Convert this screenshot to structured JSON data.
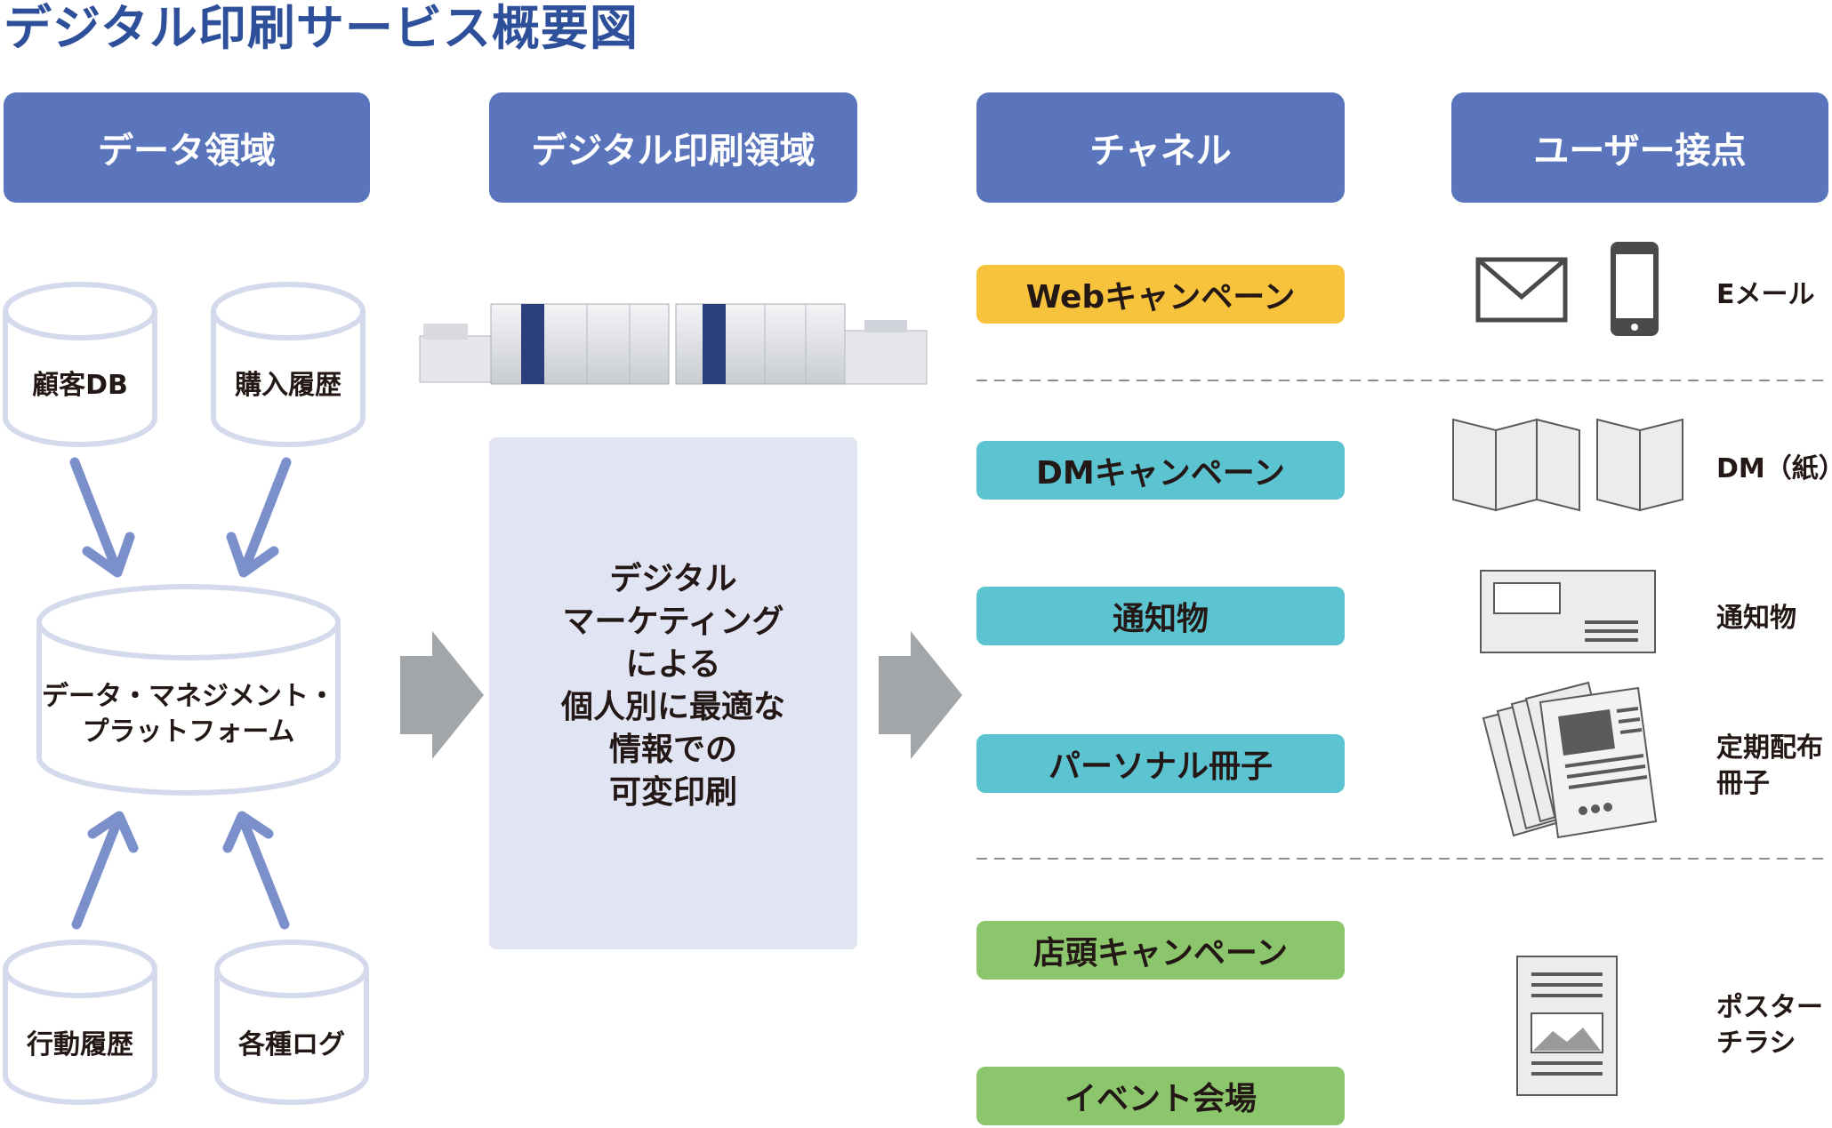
{
  "title": "デジタル印刷サービス概要図",
  "headers": [
    "データ領域",
    "デジタル印刷領域",
    "チャネル",
    "ユーザー接点"
  ],
  "data_sources": {
    "top_left": "顧客DB",
    "top_right": "購入履歴",
    "bottom_left": "行動履歴",
    "bottom_right": "各種ログ"
  },
  "platform": "データ・マネジメント・\nプラットフォーム",
  "center_text": "デジタル\nマーケティング\nによる\n個人別に最適な\n情報での\n可変印刷",
  "channels": [
    {
      "label": "Webキャンペーン",
      "color": "#f7c33c"
    },
    {
      "label": "DMキャンペーン",
      "color": "#5cc3d0"
    },
    {
      "label": "通知物",
      "color": "#5cc3d0"
    },
    {
      "label": "パーソナル冊子",
      "color": "#5cc3d0"
    },
    {
      "label": "店頭キャンペーン",
      "color": "#8cc66c"
    },
    {
      "label": "イベント会場",
      "color": "#8cc66c"
    }
  ],
  "touchpoints": [
    "Eメール",
    "DM（紙）",
    "通知物",
    "定期配布\n冊子",
    "ポスター\nチラシ"
  ],
  "colors": {
    "title": "#2e4f9a",
    "header_bg": "#5a75bb",
    "arrow_blue": "#7b8fcb",
    "arrow_gray": "#a3a6a8",
    "center_bg": "#e1e5f3"
  },
  "icons": [
    "database-icon",
    "printer-machine-image",
    "envelope-icon",
    "smartphone-icon",
    "folded-leaflet-icon",
    "notice-card-icon",
    "booklet-stack-icon",
    "poster-icon"
  ]
}
